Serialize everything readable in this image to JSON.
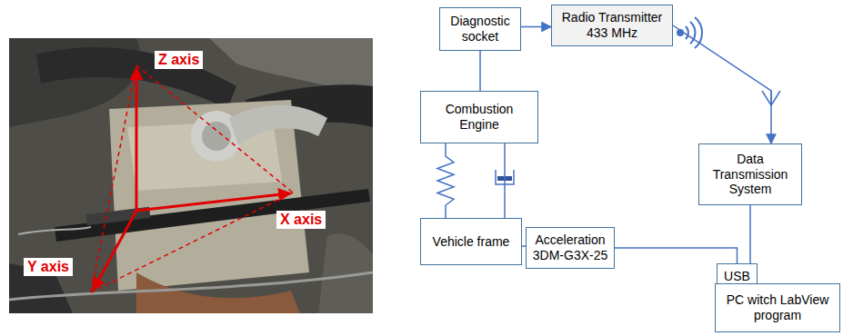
{
  "diagram": {
    "nodes": [
      {
        "text": [
          "Diagnostic socket"
        ]
      },
      {
        "text": [
          "Radio Transmitter 433 MHz"
        ]
      },
      {
        "text": [
          "Combustion Engine"
        ]
      },
      {
        "text": [
          "Data Transmission System"
        ]
      },
      {
        "text": [
          "Vehicle frame"
        ]
      },
      {
        "text": [
          "Acceleration",
          "3DM-G3X-25"
        ]
      },
      {
        "text": [
          "USB"
        ]
      },
      {
        "text": [
          "PC witch LabView program"
        ]
      }
    ],
    "edges": [
      {
        "from": 0,
        "to": 1,
        "arrow": "to"
      },
      {
        "from": 0,
        "to": 2,
        "arrow": "none"
      },
      {
        "from": 2,
        "to": 4,
        "arrow": "none"
      },
      {
        "from": 2,
        "to": 4,
        "arrow": "none"
      },
      {
        "from": 1,
        "to": 3,
        "arrow": "to"
      },
      {
        "from": 4,
        "to": 5,
        "arrow": "none"
      },
      {
        "from": 5,
        "to": 6,
        "arrow": "none"
      },
      {
        "from": 3,
        "to": 6,
        "arrow": "none"
      }
    ],
    "labels": [
      "Z axis",
      "X axis",
      "Y axis"
    ]
  }
}
